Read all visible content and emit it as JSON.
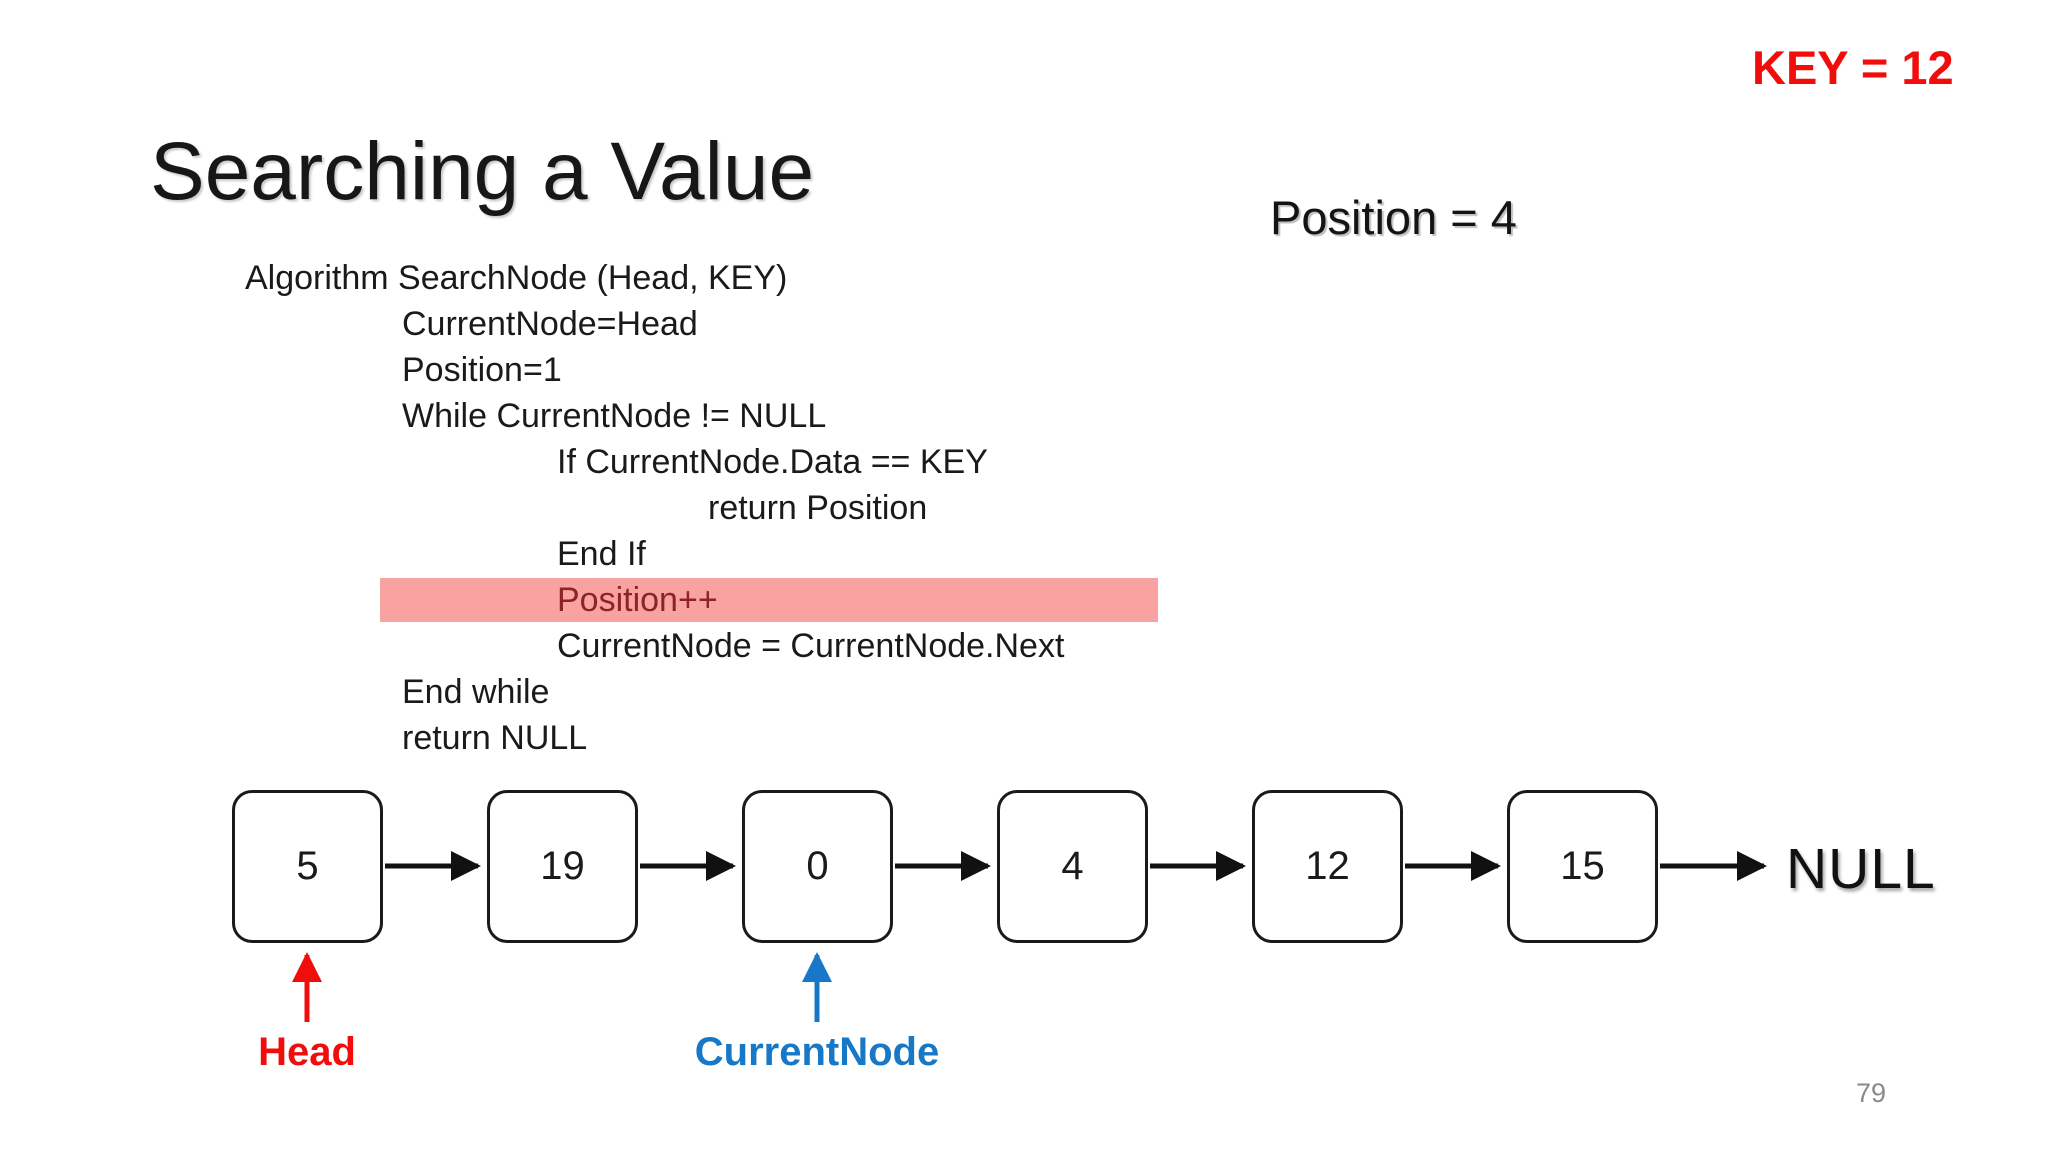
{
  "slide": {
    "key_label": "KEY = 12",
    "title": "Searching a Value",
    "position_label": "Position = 4",
    "page_number": "79"
  },
  "pseudocode": {
    "lines": [
      "Algorithm SearchNode (Head, KEY)",
      "CurrentNode=Head",
      "Position=1",
      "While CurrentNode != NULL",
      "If CurrentNode.Data == KEY",
      "return Position",
      "End If",
      "Position++",
      "CurrentNode = CurrentNode.Next",
      "End while",
      "return NULL"
    ],
    "highlighted_line": "Position++"
  },
  "linked_list": {
    "nodes": [
      "5",
      "19",
      "0",
      "4",
      "12",
      "15"
    ],
    "terminator_label": "NULL",
    "head_pointer_label": "Head",
    "current_pointer_label": "CurrentNode"
  },
  "colors": {
    "key_red": "#f20d0d",
    "pointer_blue": "#1878c8",
    "highlight_pink": "#f9a2a2",
    "highlight_text_maroon": "#8b2525",
    "ink_black": "#1a1a1a",
    "page_number_gray": "#8a8a8a"
  }
}
